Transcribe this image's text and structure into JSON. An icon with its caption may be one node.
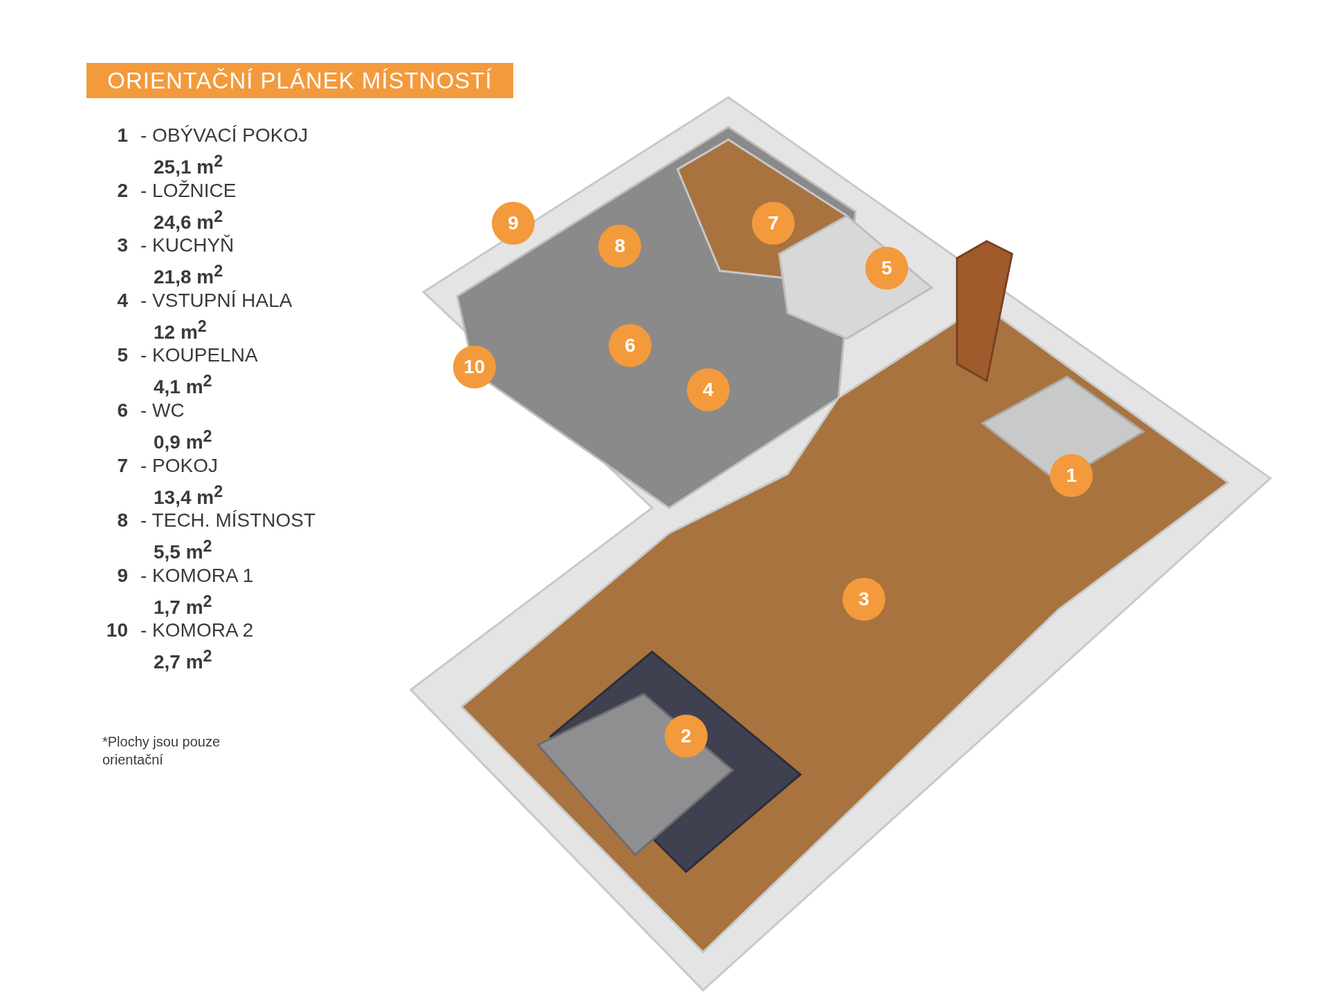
{
  "diagram": {
    "title": "ORIENTAČNÍ PLÁNEK MÍSTNOSTÍ",
    "labels": [
      "1",
      "- OBÝVACÍ POKOJ",
      "25,1 m$^{2}$",
      "2",
      "- LOŽNICE",
      "24,6 m$^{2}$",
      "3",
      "- KUCHYŇ",
      "21,8 m$^{2}$",
      "4",
      "- VSTUPNÍ HALA",
      "12 m$^{2}$",
      "5",
      "- KOUPELNA",
      "4,1 m$^{2}$",
      "6",
      "- WC",
      "0,9 m$^{2}$",
      "7",
      "- POKOJ",
      "13,4 m$^{2}$",
      "8",
      "- TECH. MÍSTNOST",
      "5,5 m$^{2}$",
      "9",
      "- KOMORA 1",
      "1,7 m$^{2}$",
      "10",
      "- KOMORA 2",
      "2,7 m$^{2}$",
      "*Plochy jsou pouze orientační",
      "9",
      "7",
      "8",
      "5",
      "6",
      "10",
      "4",
      "1",
      "3",
      "2"
    ]
  }
}
